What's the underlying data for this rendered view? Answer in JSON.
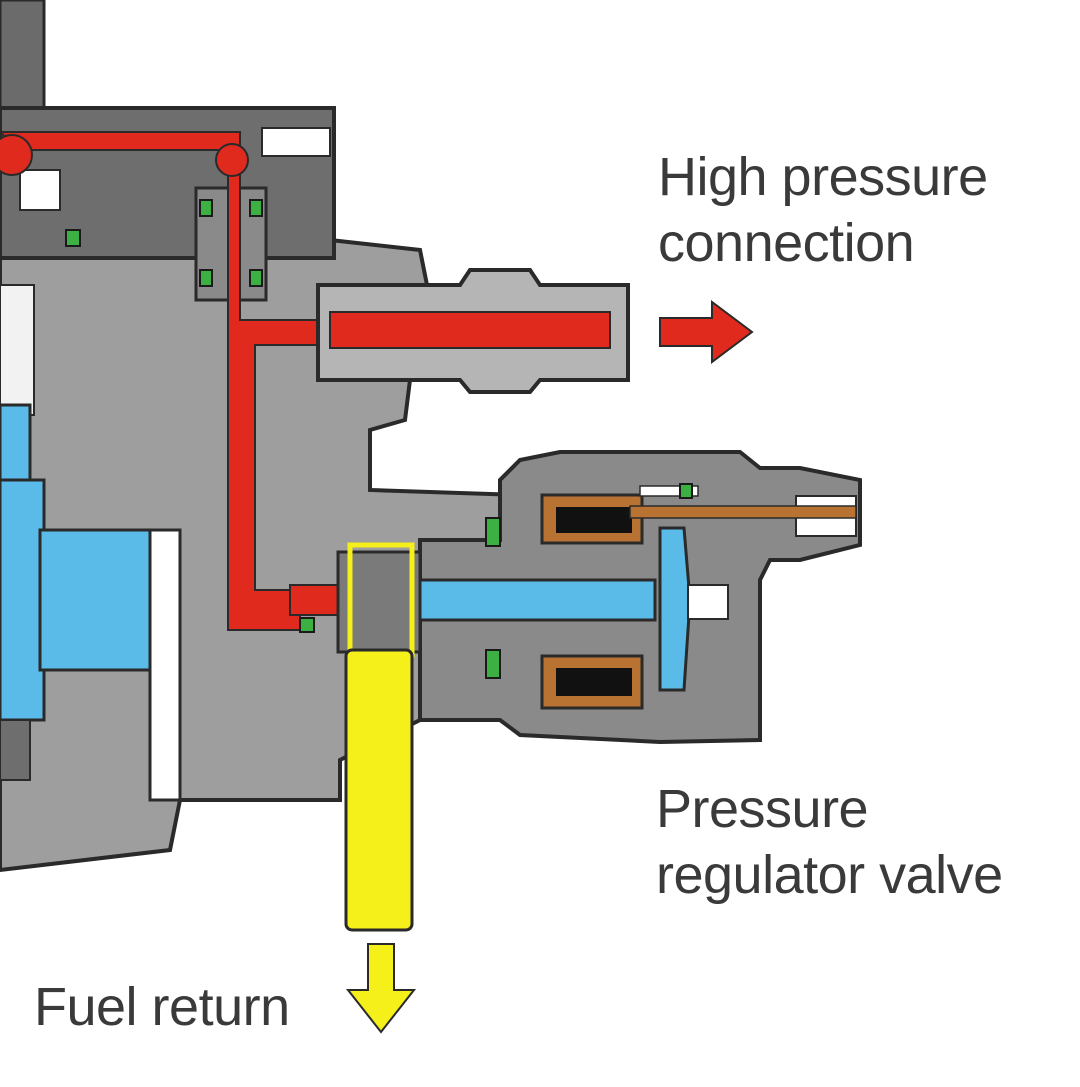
{
  "labels": {
    "high_pressure_line1": "High pressure",
    "high_pressure_line2": "connection",
    "regulator_line1": "Pressure",
    "regulator_line2": "regulator valve",
    "fuel_return": "Fuel return"
  },
  "colors": {
    "housing_gray": "#9a9a9a",
    "housing_dark": "#6b6b6b",
    "high_pressure_red": "#e02a1e",
    "low_pressure_blue": "#5bbbe8",
    "return_yellow": "#f5ef1a",
    "coil_copper": "#b87333",
    "seal_green": "#3cb043",
    "text": "#3a3a3a"
  }
}
